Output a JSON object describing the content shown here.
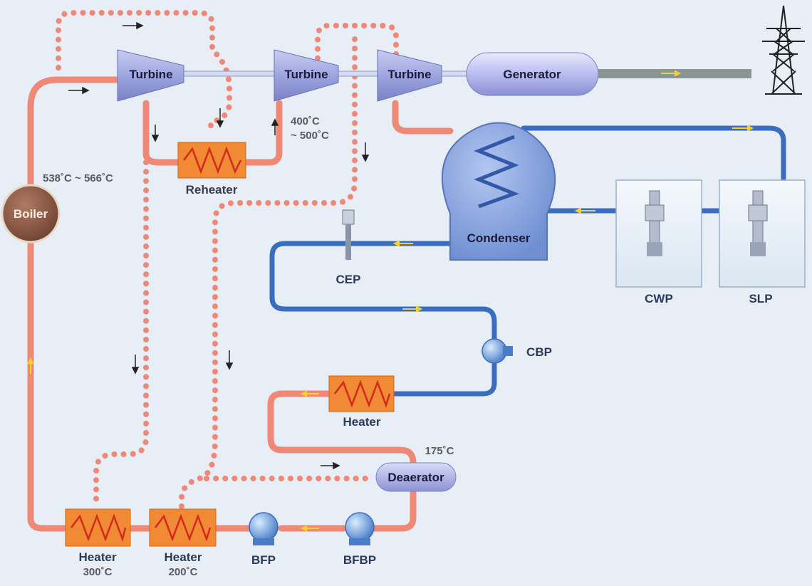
{
  "diagram": {
    "turbine_hp": "Turbine",
    "turbine_ip": "Turbine",
    "turbine_lp": "Turbine",
    "generator": "Generator",
    "reheater": "Reheater",
    "boiler": "Boiler",
    "condenser": "Condenser",
    "cep": "CEP",
    "cwp": "CWP",
    "slp": "SLP",
    "cbp": "CBP",
    "heater_lp": "Heater",
    "deaerator": "Deaerator",
    "heater_hp1": "Heater",
    "heater_hp2": "Heater",
    "bfp": "BFP",
    "bfbp": "BFBP",
    "temp_boiler": "538˚C ~ 566˚C",
    "temp_reheat_1": "400˚C",
    "temp_reheat_2": "~ 500˚C",
    "temp_deaerator": "175˚C",
    "temp_heater1": "300˚C",
    "temp_heater2": "200˚C"
  },
  "colors": {
    "background": "#e8eef5",
    "steam": "#f08878",
    "water_cold": "#3a6cc0",
    "heater_fill": "#f08a34",
    "turbine_fill": "#aab0e4",
    "boiler_fill": "#8a5a4a"
  }
}
